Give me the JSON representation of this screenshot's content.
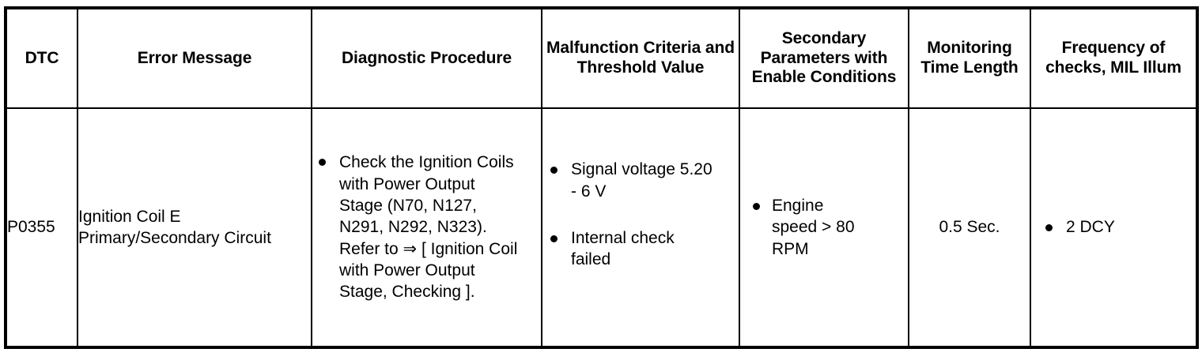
{
  "table": {
    "columns": [
      {
        "id": "dtc",
        "header": "DTC"
      },
      {
        "id": "err",
        "header": "Error Message"
      },
      {
        "id": "diag",
        "header": "Diagnostic Procedure"
      },
      {
        "id": "malf",
        "header": "Malfunction Criteria and Threshold Value"
      },
      {
        "id": "sec",
        "header": "Secondary Parameters with Enable Conditions"
      },
      {
        "id": "mon",
        "header": "Monitoring Time Length"
      },
      {
        "id": "freq",
        "header": "Frequency of checks, MIL Illum"
      }
    ],
    "rows": [
      {
        "dtc": "P0355",
        "error_message": "Ignition Coil E Primary/Secondary Circuit",
        "diagnostic_procedure": [
          "Check the Ignition Coils with Power Output Stage (N70, N127, N291, N292, N323). Refer to ⇒ [ Ignition Coil with Power Output Stage, Checking ]."
        ],
        "malfunction_criteria": [
          "Signal voltage 5.20 - 6 V",
          "Internal check failed"
        ],
        "secondary_parameters": [
          "Engine speed > 80 RPM"
        ],
        "monitoring_time_length": "0.5 Sec.",
        "frequency_of_checks": [
          "2 DCY"
        ]
      }
    ]
  },
  "style": {
    "border_color": "#000000",
    "text_color": "#000000",
    "background_color": "#ffffff",
    "bullet_glyph": "bullet-dot-icon"
  }
}
